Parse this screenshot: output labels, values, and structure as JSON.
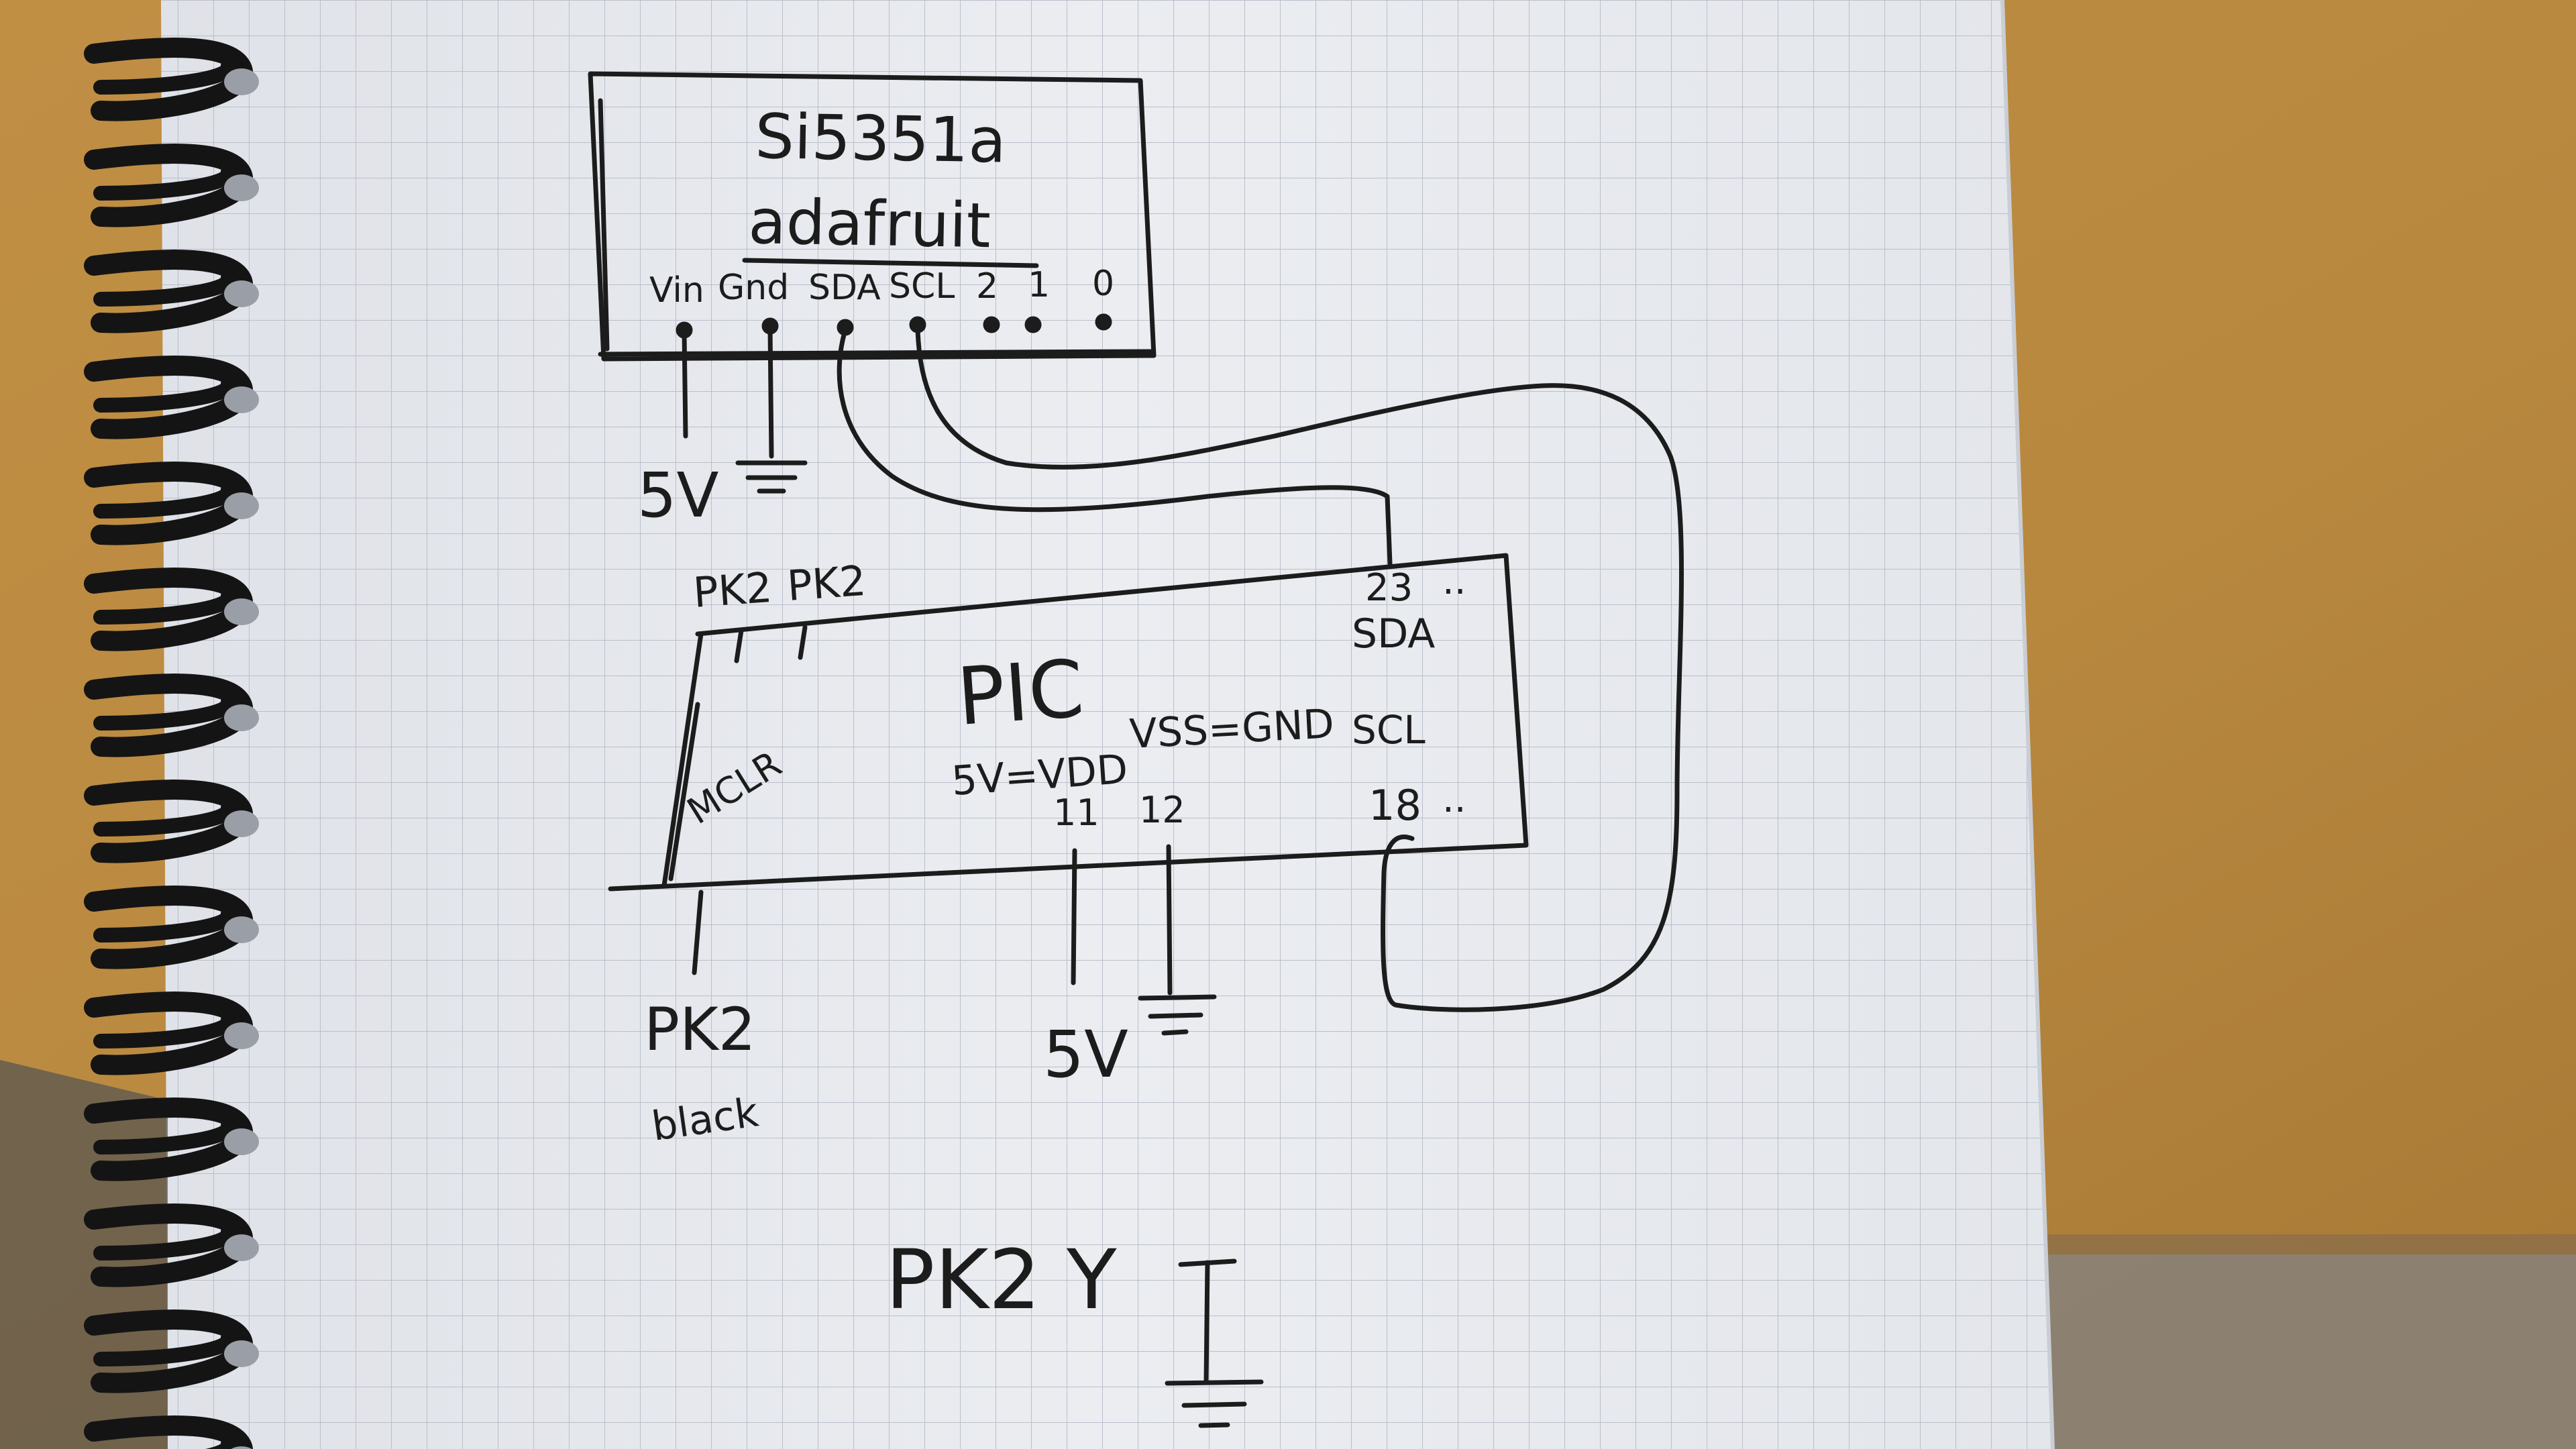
{
  "colors": {
    "desk": "#b8883f",
    "desk_dark": "#7e5b28",
    "paper": "#e9ebef",
    "grid": "#b9bfcb",
    "ink": "#1c1c1c",
    "spiral": "#141414",
    "shadow": "#5a5550"
  },
  "module": {
    "name": "Si5351a",
    "maker": "adafruit",
    "pins": [
      "Vin",
      "Gnd",
      "SDA",
      "SCL",
      "2",
      "1",
      "0"
    ]
  },
  "power": {
    "module_vin": "5V",
    "pic_vdd": "5V"
  },
  "pic": {
    "name": "PIC",
    "pk2_left": "PK2",
    "pk2_right": "PK2",
    "mclr": "MCLR",
    "sda_pin": "23",
    "sda_dots": "..",
    "sda_label": "SDA",
    "vdd_label": "5V=VDD",
    "vss_label": "VSS=GND",
    "scl_label": "SCL",
    "vdd_pin": "11",
    "vss_pin": "12",
    "scl_pin": "18",
    "scl_dots": ".."
  },
  "pk2_bottom": {
    "label": "PK2",
    "sub": "black"
  },
  "footer": {
    "label": "PK2 Y"
  }
}
